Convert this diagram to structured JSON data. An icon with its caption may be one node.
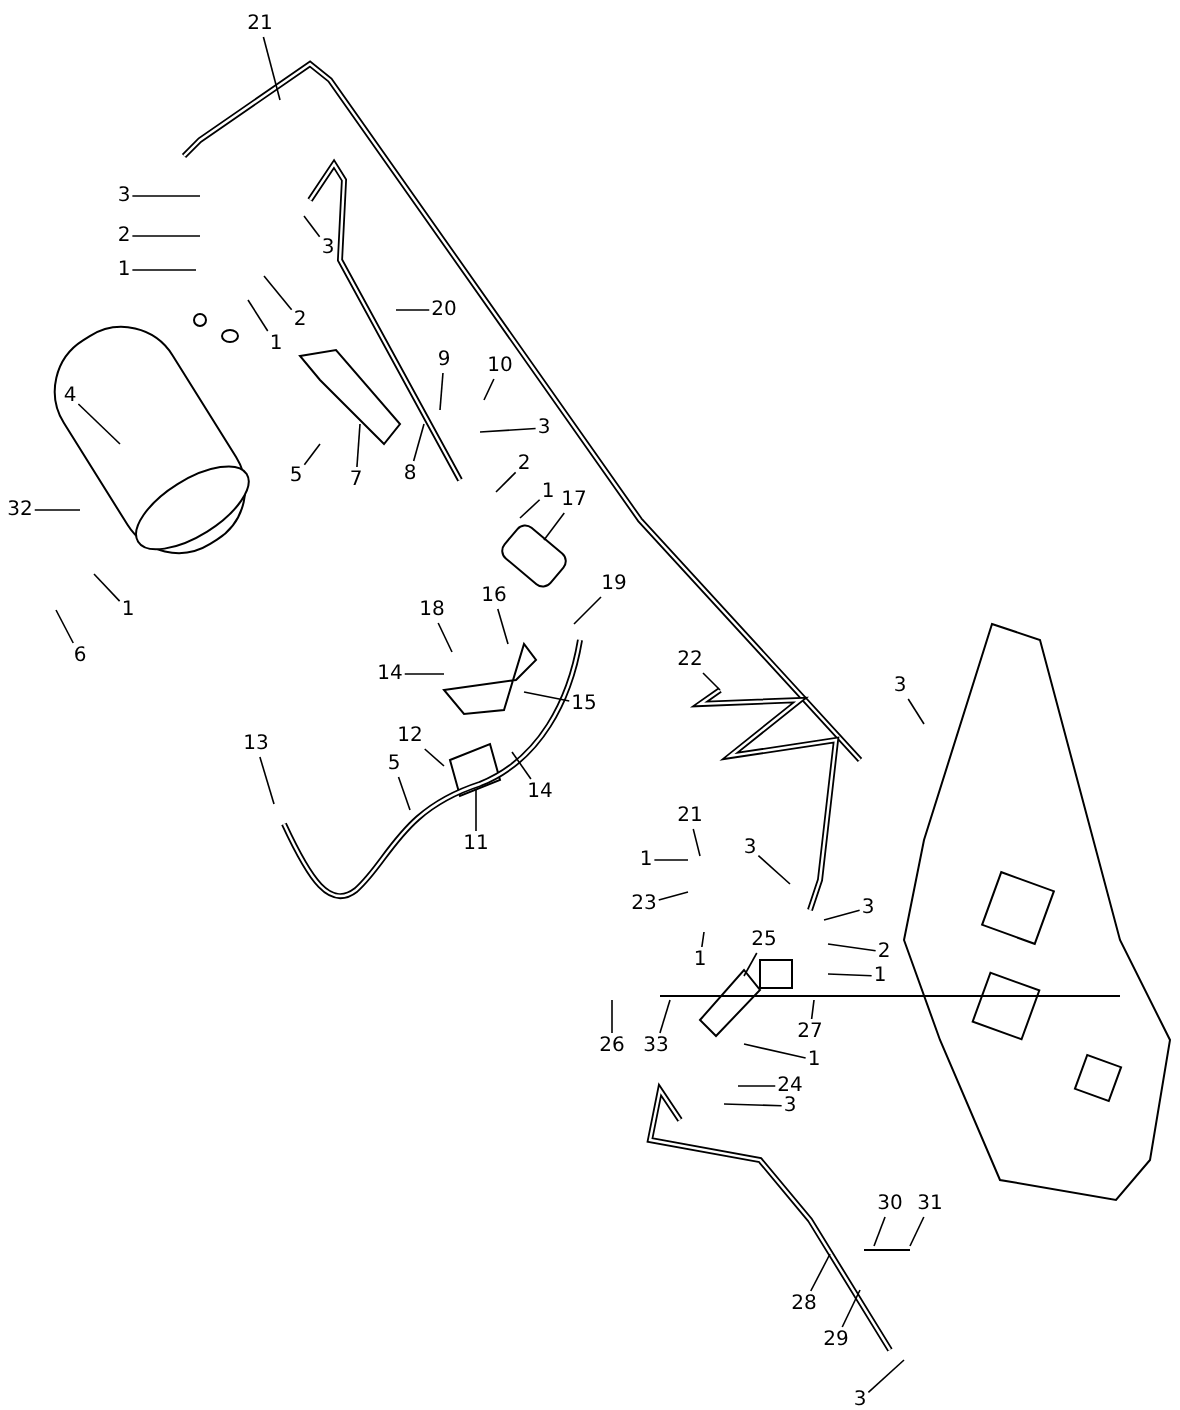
{
  "diagram": {
    "nodes": [
      {
        "text": [
          "21"
        ]
      },
      {
        "text": [
          "3"
        ]
      },
      {
        "text": [
          "2"
        ]
      },
      {
        "text": [
          "1"
        ]
      },
      {
        "text": [
          "3"
        ]
      },
      {
        "text": [
          "2"
        ]
      },
      {
        "text": [
          "1"
        ]
      },
      {
        "text": [
          "20"
        ]
      },
      {
        "text": [
          "4"
        ]
      },
      {
        "text": [
          "32"
        ]
      },
      {
        "text": [
          "5"
        ]
      },
      {
        "text": [
          "7"
        ]
      },
      {
        "text": [
          "8"
        ]
      },
      {
        "text": [
          "9"
        ]
      },
      {
        "text": [
          "10"
        ]
      },
      {
        "text": [
          "3"
        ]
      },
      {
        "text": [
          "2"
        ]
      },
      {
        "text": [
          "1"
        ]
      },
      {
        "text": [
          "17"
        ]
      },
      {
        "text": [
          "19"
        ]
      },
      {
        "text": [
          "6"
        ]
      },
      {
        "text": [
          "1"
        ]
      },
      {
        "text": [
          "18"
        ]
      },
      {
        "text": [
          "16"
        ]
      },
      {
        "text": [
          "14"
        ]
      },
      {
        "text": [
          "15"
        ]
      },
      {
        "text": [
          "12"
        ]
      },
      {
        "text": [
          "14"
        ]
      },
      {
        "text": [
          "11"
        ]
      },
      {
        "text": [
          "13"
        ]
      },
      {
        "text": [
          "5"
        ]
      },
      {
        "text": [
          "22"
        ]
      },
      {
        "text": [
          "3"
        ]
      },
      {
        "text": [
          "21"
        ]
      },
      {
        "text": [
          "1"
        ]
      },
      {
        "text": [
          "3"
        ]
      },
      {
        "text": [
          "23"
        ]
      },
      {
        "text": [
          "1"
        ]
      },
      {
        "text": [
          "25"
        ]
      },
      {
        "text": [
          "3"
        ]
      },
      {
        "text": [
          "2"
        ]
      },
      {
        "text": [
          "1"
        ]
      },
      {
        "text": [
          "26"
        ]
      },
      {
        "text": [
          "33"
        ]
      },
      {
        "text": [
          "27"
        ]
      },
      {
        "text": [
          "1"
        ]
      },
      {
        "text": [
          "24"
        ]
      },
      {
        "text": [
          "3"
        ]
      },
      {
        "text": [
          "30"
        ]
      },
      {
        "text": [
          "31"
        ]
      },
      {
        "text": [
          "28"
        ]
      },
      {
        "text": [
          "29"
        ]
      },
      {
        "text": [
          "3"
        ]
      }
    ],
    "edges": [
      {
        "from": 0,
        "to": null,
        "arrow": "none"
      },
      {
        "from": 1,
        "to": null,
        "arrow": "none"
      },
      {
        "from": 2,
        "to": null,
        "arrow": "none"
      },
      {
        "from": 3,
        "to": null,
        "arrow": "none"
      },
      {
        "from": 4,
        "to": null,
        "arrow": "none"
      },
      {
        "from": 5,
        "to": null,
        "arrow": "none"
      },
      {
        "from": 6,
        "to": null,
        "arrow": "none"
      },
      {
        "from": 7,
        "to": null,
        "arrow": "none"
      },
      {
        "from": 8,
        "to": null,
        "arrow": "none"
      },
      {
        "from": 9,
        "to": null,
        "arrow": "none"
      },
      {
        "from": 10,
        "to": null,
        "arrow": "none"
      },
      {
        "from": 11,
        "to": null,
        "arrow": "none"
      },
      {
        "from": 12,
        "to": null,
        "arrow": "none"
      },
      {
        "from": 13,
        "to": null,
        "arrow": "none"
      },
      {
        "from": 14,
        "to": null,
        "arrow": "none"
      },
      {
        "from": 15,
        "to": null,
        "arrow": "none"
      },
      {
        "from": 16,
        "to": null,
        "arrow": "none"
      },
      {
        "from": 17,
        "to": null,
        "arrow": "none"
      },
      {
        "from": 18,
        "to": null,
        "arrow": "none"
      },
      {
        "from": 19,
        "to": null,
        "arrow": "none"
      },
      {
        "from": 20,
        "to": null,
        "arrow": "none"
      },
      {
        "from": 21,
        "to": null,
        "arrow": "none"
      },
      {
        "from": 22,
        "to": null,
        "arrow": "none"
      },
      {
        "from": 23,
        "to": null,
        "arrow": "none"
      },
      {
        "from": 24,
        "to": null,
        "arrow": "none"
      },
      {
        "from": 25,
        "to": null,
        "arrow": "none"
      },
      {
        "from": 26,
        "to": null,
        "arrow": "none"
      },
      {
        "from": 27,
        "to": null,
        "arrow": "none"
      },
      {
        "from": 28,
        "to": null,
        "arrow": "none"
      },
      {
        "from": 29,
        "to": null,
        "arrow": "none"
      },
      {
        "from": 30,
        "to": null,
        "arrow": "none"
      },
      {
        "from": 31,
        "to": null,
        "arrow": "none"
      },
      {
        "from": 32,
        "to": null,
        "arrow": "none"
      },
      {
        "from": 33,
        "to": null,
        "arrow": "none"
      },
      {
        "from": 34,
        "to": null,
        "arrow": "none"
      },
      {
        "from": 35,
        "to": null,
        "arrow": "none"
      },
      {
        "from": 36,
        "to": null,
        "arrow": "none"
      },
      {
        "from": 37,
        "to": null,
        "arrow": "none"
      },
      {
        "from": 38,
        "to": null,
        "arrow": "none"
      },
      {
        "from": 39,
        "to": null,
        "arrow": "none"
      },
      {
        "from": 40,
        "to": null,
        "arrow": "none"
      },
      {
        "from": 41,
        "to": null,
        "arrow": "none"
      },
      {
        "from": 42,
        "to": null,
        "arrow": "none"
      },
      {
        "from": 43,
        "to": null,
        "arrow": "none"
      },
      {
        "from": 44,
        "to": null,
        "arrow": "none"
      },
      {
        "from": 45,
        "to": null,
        "arrow": "none"
      },
      {
        "from": 46,
        "to": null,
        "arrow": "none"
      },
      {
        "from": 47,
        "to": null,
        "arrow": "none"
      },
      {
        "from": 48,
        "to": null,
        "arrow": "none"
      },
      {
        "from": 49,
        "to": null,
        "arrow": "none"
      },
      {
        "from": 50,
        "to": null,
        "arrow": "none"
      },
      {
        "from": 51,
        "to": null,
        "arrow": "none"
      },
      {
        "from": 52,
        "to": null,
        "arrow": "none"
      }
    ]
  }
}
